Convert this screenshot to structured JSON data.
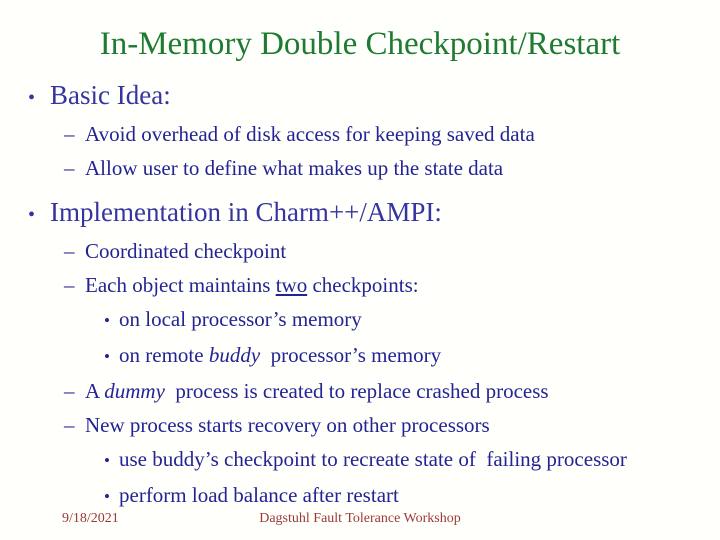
{
  "slide": {
    "title": "In-Memory Double Checkpoint/Restart",
    "content": [
      {
        "level": 1,
        "marker": "•",
        "segments": [
          {
            "text": "Basic Idea:"
          }
        ]
      },
      {
        "level": 2,
        "marker": "–",
        "segments": [
          {
            "text": "Avoid overhead of disk access for keeping saved data"
          }
        ]
      },
      {
        "level": 2,
        "marker": "–",
        "segments": [
          {
            "text": "Allow user to define what makes up the state data"
          }
        ]
      },
      {
        "level": 1,
        "marker": "•",
        "segments": [
          {
            "text": "Implementation in Charm++/AMPI:"
          }
        ]
      },
      {
        "level": 2,
        "marker": "–",
        "segments": [
          {
            "text": "Coordinated checkpoint"
          }
        ]
      },
      {
        "level": 2,
        "marker": "–",
        "segments": [
          {
            "text": "Each object maintains "
          },
          {
            "text": "two",
            "underline": true
          },
          {
            "text": " checkpoints:"
          }
        ]
      },
      {
        "level": 3,
        "marker": "•",
        "segments": [
          {
            "text": "on local processor’s memory"
          }
        ]
      },
      {
        "level": 3,
        "marker": "•",
        "segments": [
          {
            "text": "on remote "
          },
          {
            "text": "buddy",
            "italic": true
          },
          {
            "text": "  processor’s memory"
          }
        ]
      },
      {
        "level": 2,
        "marker": "–",
        "segments": [
          {
            "text": "A "
          },
          {
            "text": "dummy",
            "italic": true
          },
          {
            "text": "  process is created to replace crashed process"
          }
        ]
      },
      {
        "level": 2,
        "marker": "–",
        "segments": [
          {
            "text": "New process starts recovery on other processors"
          }
        ]
      },
      {
        "level": 3,
        "marker": "•",
        "segments": [
          {
            "text": "use buddy’s checkpoint to recreate state of  failing processor"
          }
        ]
      },
      {
        "level": 3,
        "marker": "•",
        "segments": [
          {
            "text": "perform load balance after restart"
          }
        ]
      }
    ],
    "footer": {
      "date": "9/18/2021",
      "venue": "Dagstuhl Fault Tolerance Workshop"
    }
  },
  "colors": {
    "background": "#fffffb",
    "title": "#1e7b31",
    "level1_text": "#3534a2",
    "body_text": "#232394",
    "footer_text": "#9b3939"
  }
}
